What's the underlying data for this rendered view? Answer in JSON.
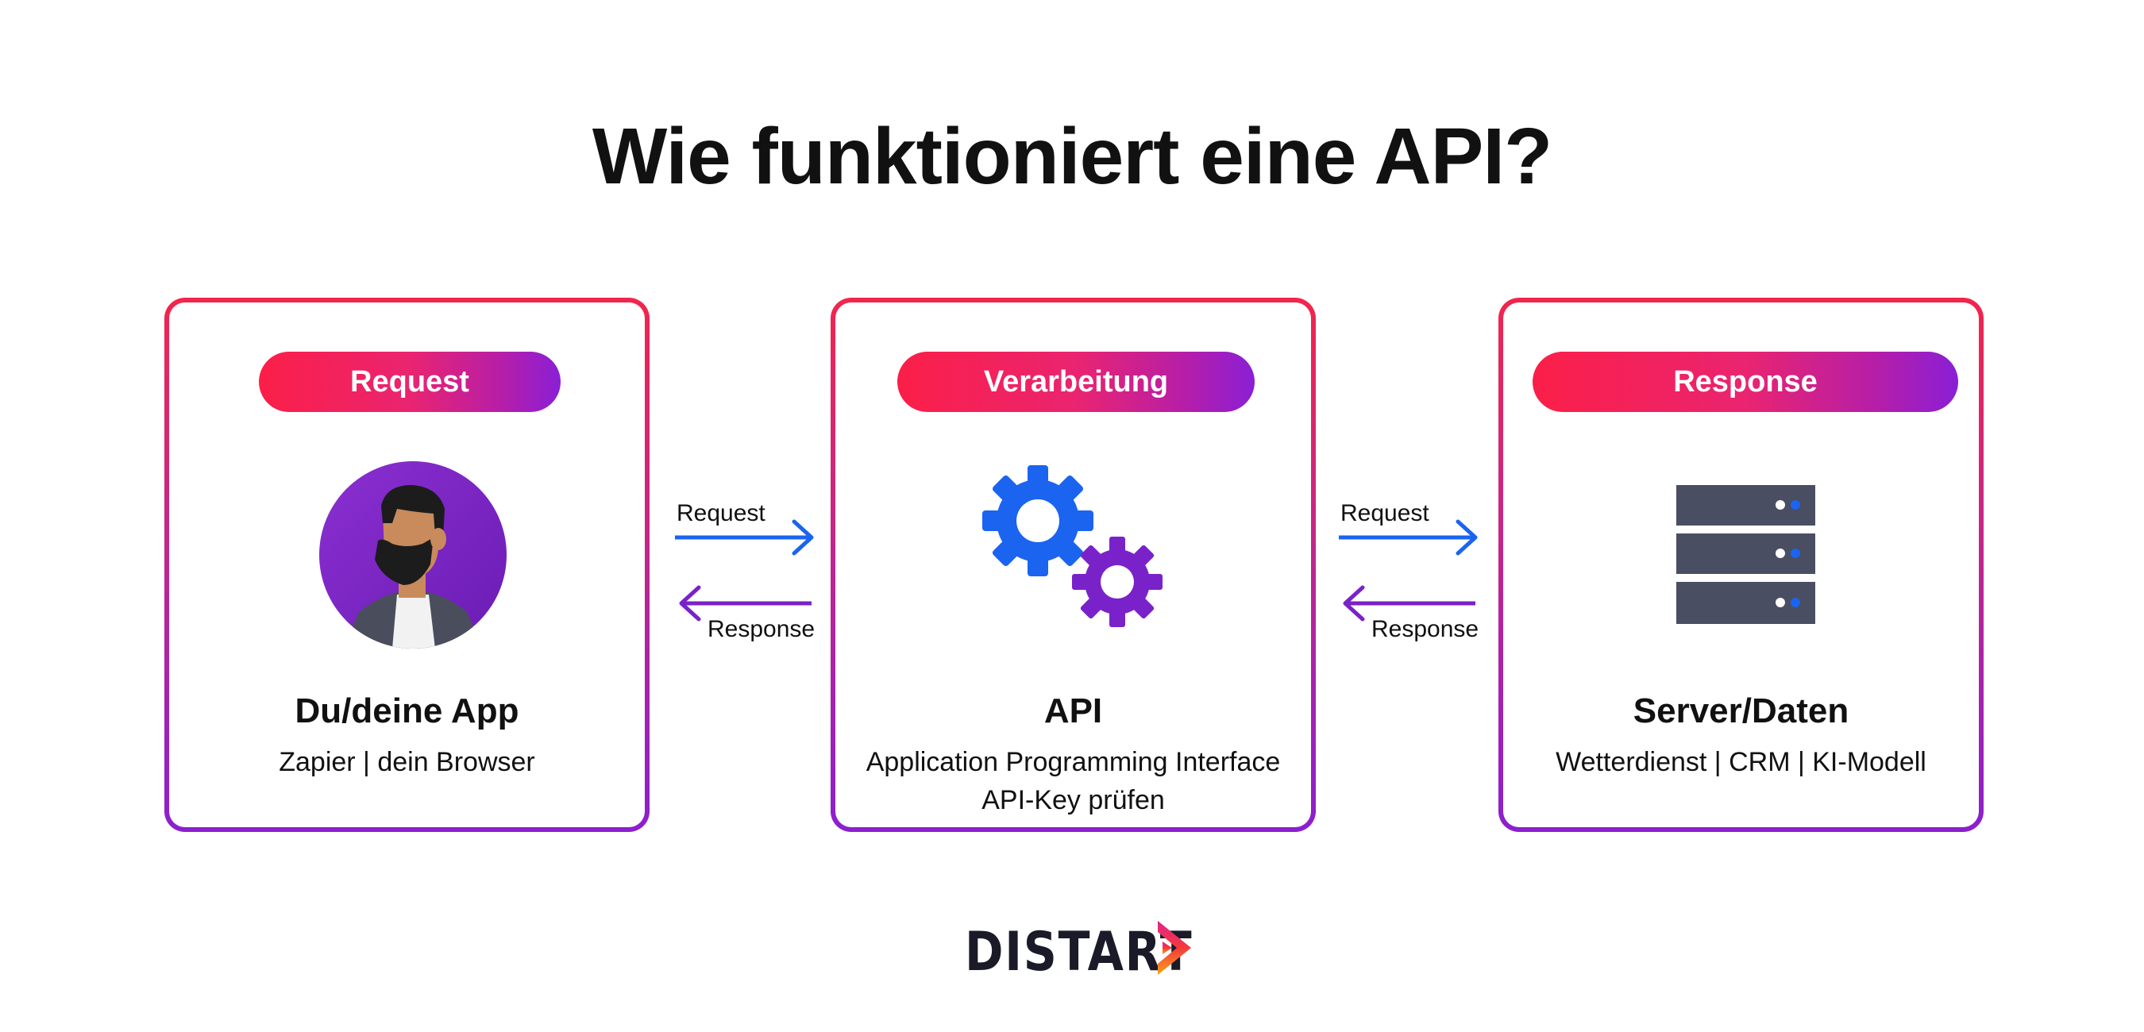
{
  "title": "Wie funktioniert eine API?",
  "cards": [
    {
      "pill": "Request",
      "title": "Du/deine App",
      "sub1": "Zapier | dein Browser",
      "icon": "user-avatar-icon"
    },
    {
      "pill": "Verarbeitung",
      "title": "API",
      "sub1": "Application Programming Interface",
      "sub2": "API-Key prüfen",
      "icon": "gears-icon"
    },
    {
      "pill": "Response",
      "title": "Server/Daten",
      "sub1": "Wetterdienst | CRM | KI-Modell",
      "icon": "server-icon"
    }
  ],
  "arrows": [
    {
      "request": "Request",
      "response": "Response"
    },
    {
      "request": "Request",
      "response": "Response"
    }
  ],
  "logo": {
    "text": "DISTART"
  },
  "colors": {
    "request_arrow": "#1a64f0",
    "response_arrow": "#7a22c9",
    "gradient_start": "#f2254c",
    "gradient_end": "#8b1fcf"
  }
}
